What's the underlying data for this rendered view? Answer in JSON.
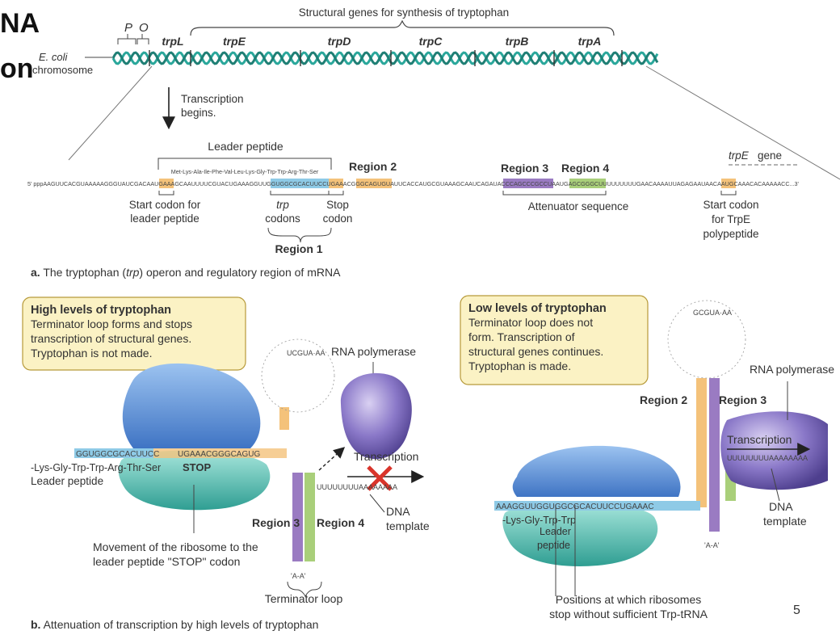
{
  "slide": {
    "title_fragment_1": "NA",
    "title_fragment_2": "on",
    "page_number": "5"
  },
  "panel_a": {
    "structural_genes_label": "Structural genes for synthesis of tryptophan",
    "promoter": "P",
    "operator": "O",
    "genes": [
      "trpL",
      "trpE",
      "trpD",
      "trpC",
      "trpB",
      "trpA"
    ],
    "chromosome_label_1": "E. coli",
    "chromosome_label_2": "chromosome",
    "transcription_begins_1": "Transcription",
    "transcription_begins_2": "begins.",
    "leader_peptide_label": "Leader peptide",
    "leader_peptide_seq": "Met-Lys-Ala-Ile-Phe-Val-Leu-Lys-Gly-Trp-Trp-Arg-Thr-Ser",
    "region2": "Region 2",
    "region3": "Region 3",
    "region4": "Region 4",
    "trpE_gene_1": "trpE",
    "trpE_gene_2": "gene",
    "mrna_seq_1": "5' pppAAGUUCACGUAAAAAGGGUAUCGACA",
    "mrna_start": "AUG",
    "mrna_seq_2": "AAAGCAAUUUUCGUACUGAAAGGU",
    "mrna_trp": "UGGUGGCGCACUUCC",
    "mrna_stop": "UGA",
    "mrna_seq_3": "AAC",
    "mrna_r2": "GGGCAGUGU",
    "mrna_seq_4": "AUUCACCAUGCGUAAAGCAAUCAGAU",
    "mrna_r3": "ACCCAGCCCGCC",
    "mrna_seq_5": "UAAU",
    "mrna_r4": "GAGCGGGCU",
    "mrna_seq_6": "UUUUUUUUGAACAAAAUUAGAGAAUAACA",
    "mrna_trpE_start": "AUG",
    "mrna_seq_7": "CAAACACAAAAACC...3'",
    "start_codon_leader_1": "Start codon for",
    "start_codon_leader_2": "leader peptide",
    "trp_codons_1": "trp",
    "trp_codons_2": "codons",
    "stop_codon_1": "Stop",
    "stop_codon_2": "codon",
    "region1": "Region 1",
    "attenuator": "Attenuator sequence",
    "start_codon_trpE_1": "Start codon",
    "start_codon_trpE_2": "for TrpE",
    "start_codon_trpE_3": "polypeptide",
    "caption_letter": "a.",
    "caption_1": "The tryptophan (",
    "caption_ital": "trp",
    "caption_2": ") operon and regulatory region of mRNA"
  },
  "panel_b_left": {
    "box_title": "High levels of tryptophan",
    "box_line1": "Terminator loop forms and stops",
    "box_line2": "transcription of structural genes.",
    "box_line3": "Tryptophan is not made.",
    "rna_polymerase": "RNA polymerase",
    "transcription": "Transcription",
    "mrna_blue": "GGUGGCGCACUUCC",
    "mrna_orange": "UGAAACGGGCAGUG",
    "peptide": "-Lys-Gly-Trp-Trp-Arg-Thr-Ser",
    "stop": "STOP",
    "leader_peptide": "Leader peptide",
    "region3": "Region 3",
    "region4": "Region 4",
    "dna_template_1": "DNA",
    "dna_template_2": "template",
    "movement_1": "Movement of the ribosome to the",
    "movement_2": "leader peptide \"STOP\" codon",
    "terminator_loop": "Terminator loop",
    "tail": "UUUUUUUUAAAAAAAA",
    "loop_bottom": "'A-A'"
  },
  "panel_b_right": {
    "box_title": "Low levels of tryptophan",
    "box_line1": "Terminator loop does not",
    "box_line2": "form. Transcription of",
    "box_line3": "structural genes continues.",
    "box_line4": "Tryptophan is made.",
    "rna_polymerase": "RNA polymerase",
    "region2": "Region 2",
    "region3": "Region 3",
    "transcription": "Transcription",
    "mrna_blue": "AAAGGUUGGUGGCGCACUUCCUGAAAC",
    "peptide": "-Lys-Gly-Trp-Trp",
    "leader": "Leader",
    "peptide_word": "peptide",
    "dna_template_1": "DNA",
    "dna_template_2": "template",
    "positions_1": "Positions at which ribosomes",
    "positions_2": "stop without sufficient Trp-tRNA",
    "tail": "UUUUUUUUAAAAAAAA",
    "loop_bottom": "'A-A'"
  },
  "panel_b_caption": {
    "letter": "b.",
    "text": "Attenuation of transcription by high levels of tryptophan"
  },
  "colors": {
    "box_fill": "#fbf2c4",
    "region_blue": "#8ecae6",
    "region_orange": "#f4c27a",
    "region_purple": "#9a7bc2",
    "region_green": "#a9cf7a",
    "dna": "#2aa79b",
    "ribosome_blue": "#5a8fd6",
    "ribosome_teal": "#5cc6b8",
    "polymerase": "#8a78c8",
    "stop_x": "#d9342b"
  }
}
